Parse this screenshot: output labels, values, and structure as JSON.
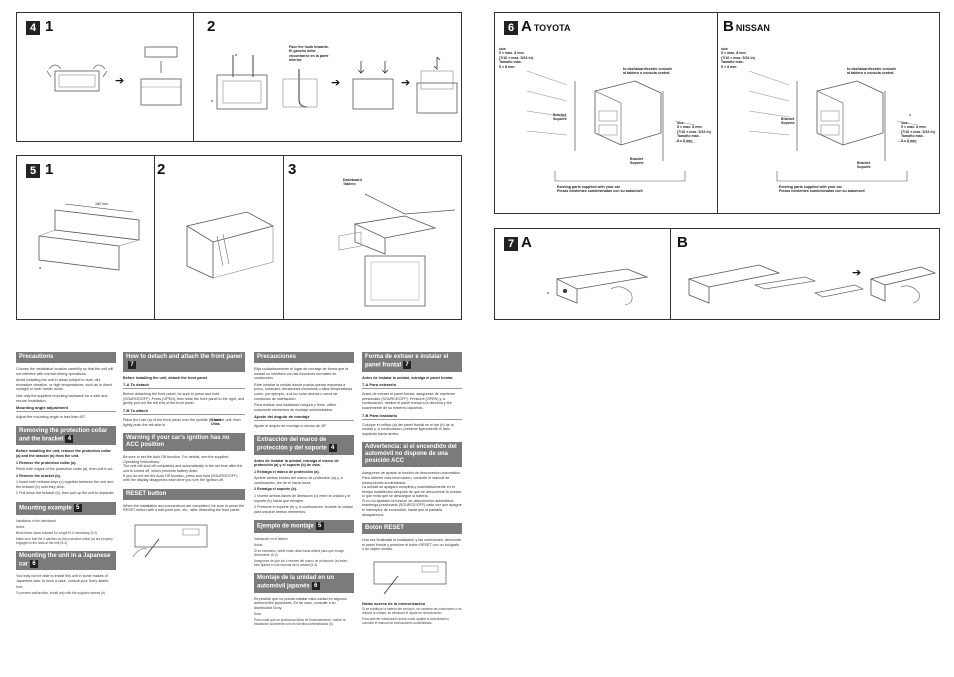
{
  "figures": {
    "p4": {
      "step": "4",
      "sub1": "1",
      "sub2": "2",
      "hook_note": "Face the hook inwards.\nEl gancho debe\nencontrarse en la parte\ninterior.",
      "c_a": "a",
      "c_b": "b"
    },
    "p5": {
      "step": "5",
      "sub1": "1",
      "sub2": "2",
      "sub3": "3",
      "size": "182 mm",
      "claws": "Claws\nUñas",
      "dashboard": "Dashboard\nTablero",
      "c_a": "a"
    },
    "p6": {
      "step": "6",
      "a_letter": "A",
      "a_brand": "TOYOTA",
      "b_letter": "B",
      "b_brand": "NISSAN",
      "size1": "size\n5 × max. 8 mm\n(7/16 × max. 5/16 in)\nTamaño máx.\n5 × 8 mm",
      "size2": "size\n5 × max. 8 mm\n(7/16 × max. 5/16 in)\nTamaño máx.\n5 × 8 mm",
      "to_dash": "to dashboard/center console\nal tablero o consola central",
      "bracket": "Bracket\nSoporte",
      "parts": "Existing parts supplied with your car\nPiezas existentes suministradas con su automóvil",
      "c_a": "a"
    },
    "p7": {
      "step": "7",
      "a_letter": "A",
      "b_letter": "B",
      "c_a": "a"
    }
  },
  "col1": {
    "precautions_title": "Precautions",
    "prec_1": "Choose the installation location carefully so that the unit will not interfere with normal driving operations.",
    "prec_2": "Avoid installing the unit in areas subject to dust, dirt, excessive vibration, or high temperatures, such as in direct sunlight or near heater ducts.",
    "prec_3": "Use only the supplied mounting hardware for a safe and secure installation.",
    "angle_title": "Mounting angle adjustment",
    "angle_text": "Adjust the mounting angle to less than 45°.",
    "removing_title": "Removing the protection collar and the bracket",
    "removing_step": "4",
    "removing_intro": "Before installing the unit, remove the protection collar (a) and the bracket (b) from the unit.",
    "r1": "1  Remove the protection collar (a).",
    "r1t": "Pinch both edges of the protection collar (a), then pull it out.",
    "r2": "2  Remove the bracket (b).",
    "r2a": "1 Insert both release keys (c) together between the unit and the bracket (b) until they click.",
    "r2b": "2 Pull down the bracket (b), then pull up the unit to separate.",
    "example_title": "Mounting example",
    "example_step": "5",
    "dash_sub": "Installation in the dashboard",
    "dash_notes": "Notes",
    "dash_n1": "Bend these claws outward for a tight fit, if necessary (5-2).",
    "dash_n2": "Make sure that the 4 catches on the protection collar (a) are properly engaged in the slots of the unit (5-3).",
    "japan_title": "Mounting the unit in a Japanese car",
    "japan_step": "6",
    "japan_text": "You may not be able to install this unit in some makes of Japanese cars. In such a case, consult your Sony dealer.",
    "japan_note_h": "Note",
    "japan_note": "To prevent malfunction, install only with the supplied screws (b)."
  },
  "col2": {
    "detach_title": "How to detach and attach the front panel",
    "detach_step": "7",
    "detach_intro": "Before installing the unit, detach the front panel.",
    "a_head": "7-A  To detach",
    "a_text": "Before detaching the front panel, be sure to press and hold (SOURCE/OFF). Press (OPEN), then slide the front panel to the right, and gently pull out the left end of the front panel.",
    "b_head": "7-B  To attach",
    "b_text": "Place the hole (a) of the front panel onto the spindle (b) on the unit, then lightly push the left side in.",
    "acc_title": "Warning if your car's ignition has no ACC position",
    "acc_text": "Be sure to set the Auto Off function. For details, see the supplied Operating Instructions.\nThe unit will shut off completely and automatically in the set time after the unit is turned off, which prevents battery drain.\nIf you do not set the Auto Off function, press and hold (SOURCE/OFF) until the display disappears each time you turn the ignition off.",
    "reset_title": "RESET button",
    "reset_text": "When the installation and connections are completed, be sure to press the RESET button with a ball-point pen, etc., after detaching the front panel."
  },
  "col3": {
    "prec_title": "Precauciones",
    "pr_1": "Elija cuidadosamente el lugar de montaje de forma que la unidad no interfiera con las funciones normales de conducción.",
    "pr_2": "Evite instalar la unidad donde pueda quedar expuesta a polvo, suciedad, vibraciones excesivas o altas temperaturas como, por ejemplo, a la luz solar directa o cerca de conductos de calefacción.",
    "pr_3": "Para realizar una instalación segura y firme, utilice solamente elementos de montaje suministrados.",
    "ajuste_title": "Ajuste del ángulo de montaje",
    "ajuste_text": "Ajuste el ángulo de montaje a menos de 45°.",
    "extr_title": "Extracción del marco de protección y del soporte",
    "extr_step": "4",
    "extr_intro": "Antes de instalar la unidad, extraiga el marco de protección (a) y el soporte (b) de ésta.",
    "e1": "1  Extraiga el marco de protección (a).",
    "e1t": "Apriete ambos bordes del marco de protección (a) y, a continuación, tire de él hacia fuera.",
    "e2": "2  Extraiga el soporte (b).",
    "e2a": "1 Inserte ambas llaves de liberación (c) entre la unidad y el soporte (b) hasta que encajen.",
    "e2b": "2 Presione el soporte (b) y, a continuación, levante la unidad para separar ambos elementos.",
    "ej_title": "Ejemplo de montaje",
    "ej_step": "5",
    "ej_sub": "Instalación en el tablero",
    "ej_notas": "Notas",
    "ej_n1": "Si es necesario, doble estas uñas hacia afuera para que encaje firmemente (5-2).",
    "ej_n2": "Asegúrese de que los 4 retenes del marco de protección (a) estén bien fijados en las ranuras de la unidad (5-3).",
    "jap_title": "Montaje de la unidad en un automóvil japonés",
    "jap_step": "6",
    "jap_text": "Es posible que no pueda instalar esta unidad en algunos automóviles japoneses. En tal caso, consulte a su distribuidor Sony.",
    "jap_nota_h": "Nota",
    "jap_nota": "Para evitar que se produzcan fallos de funcionamiento, realice la instalación solamente con los tornillos suministrados (b)."
  },
  "col4": {
    "panel_title": "Forma de extraer e instalar el panel frontal",
    "panel_step": "7",
    "panel_intro": "Antes de instalar la unidad, extraiga el panel frontal.",
    "a_head": "7-A  Para extraerlo",
    "a_text": "Antes de extraer el panel frontal, asegúrese de mantener presionado (SOURCE/OFF). Presione (OPEN) y, a continuación, deslice el panel frontal a la derecha y tire suavemente de su extremo izquierdo.",
    "b_head": "7-B  Para instalarlo",
    "b_text": "Coloque el orificio (a) del panel frontal en el eje (b) de la unidad y, a continuación, presione ligeramente el lado izquierdo hacia dentro.",
    "adv_title": "Advertencia: si el encendido del automóvil no dispone de una posición ACC",
    "adv_text": "Asegúrese de ajustar la función de desconexión automática. Para obtener más información, consulte el manual de instrucciones suministrado.\nLa unidad se apagará completa y automáticamente en el tiempo establecido después de que se desconecte la unidad, lo que evita que se descargue la batería.\nSi no ha ajustado la función de desconexión automática, mantenga presionado (SOURCE/OFF) cada vez que apague el interruptor de encendido, hasta que la pantalla desaparezca.",
    "reset_title": "Botón RESET",
    "reset_text": "Una vez finalizada la instalación y las conexiones, desmonte el panel frontal y presione el botón RESET con un bolígrafo o un objeto similar.",
    "mem_title": "Notas acerca de la memorización",
    "mem_1": "Si se sustituye la batería del vehículo, se cambian las conexiones o se reinicia la unidad, se eliminará el ajuste de sintonización.",
    "mem_2": "Para obtener información sobre cómo ajustar la sintonización, consulte el manual de instrucciones suministrado."
  }
}
